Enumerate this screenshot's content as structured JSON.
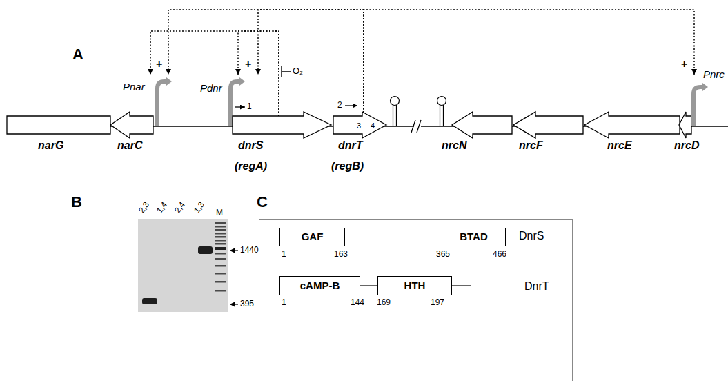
{
  "diagram": {
    "nodes": [
      {
        "text": [
          "narG"
        ]
      },
      {
        "text": [
          "narC"
        ]
      },
      {
        "text": [
          "Pnar"
        ]
      },
      {
        "text": [
          "Pdnr"
        ]
      },
      {
        "text": [
          "dnrS",
          "(regA)"
        ]
      },
      {
        "text": [
          "dnrT",
          "(regB)"
        ]
      },
      {
        "text": [
          "nrcN"
        ]
      },
      {
        "text": [
          "nrcF"
        ]
      },
      {
        "text": [
          "nrcE"
        ]
      },
      {
        "text": [
          "nrcD"
        ]
      },
      {
        "text": [
          "Pnrc"
        ]
      },
      {
        "text": [
          "DnrS",
          "DnrT"
        ]
      },
      {
        "text": [
          "GAF"
        ],
        "in": 11
      },
      {
        "text": [
          "BTAD"
        ],
        "in": 11
      },
      {
        "text": [
          "cAMP-B"
        ],
        "in": 11
      },
      {
        "text": [
          "HTH"
        ],
        "in": 11
      }
    ],
    "edges": [
      {
        "from": 4,
        "to": 2,
        "arrow": "to"
      },
      {
        "from": 4,
        "to": 3,
        "arrow": "to"
      },
      {
        "from": 5,
        "to": 2,
        "arrow": "to"
      },
      {
        "from": 5,
        "to": 3,
        "arrow": "to"
      },
      {
        "from": 5,
        "to": 10,
        "arrow": "to"
      },
      {
        "from": 12,
        "to": 13,
        "arrow": "none"
      },
      {
        "from": 14,
        "to": 15,
        "arrow": "none"
      }
    ],
    "labels": [
      "A",
      "+",
      "+",
      "1",
      "O₂",
      "2",
      "3",
      "4",
      "+",
      "B",
      "2,3",
      "1,4",
      "2,4",
      "1,3",
      "M",
      "1440",
      "395",
      "C",
      "1",
      "163",
      "365",
      "466",
      "1",
      "144",
      "169",
      "197"
    ]
  }
}
